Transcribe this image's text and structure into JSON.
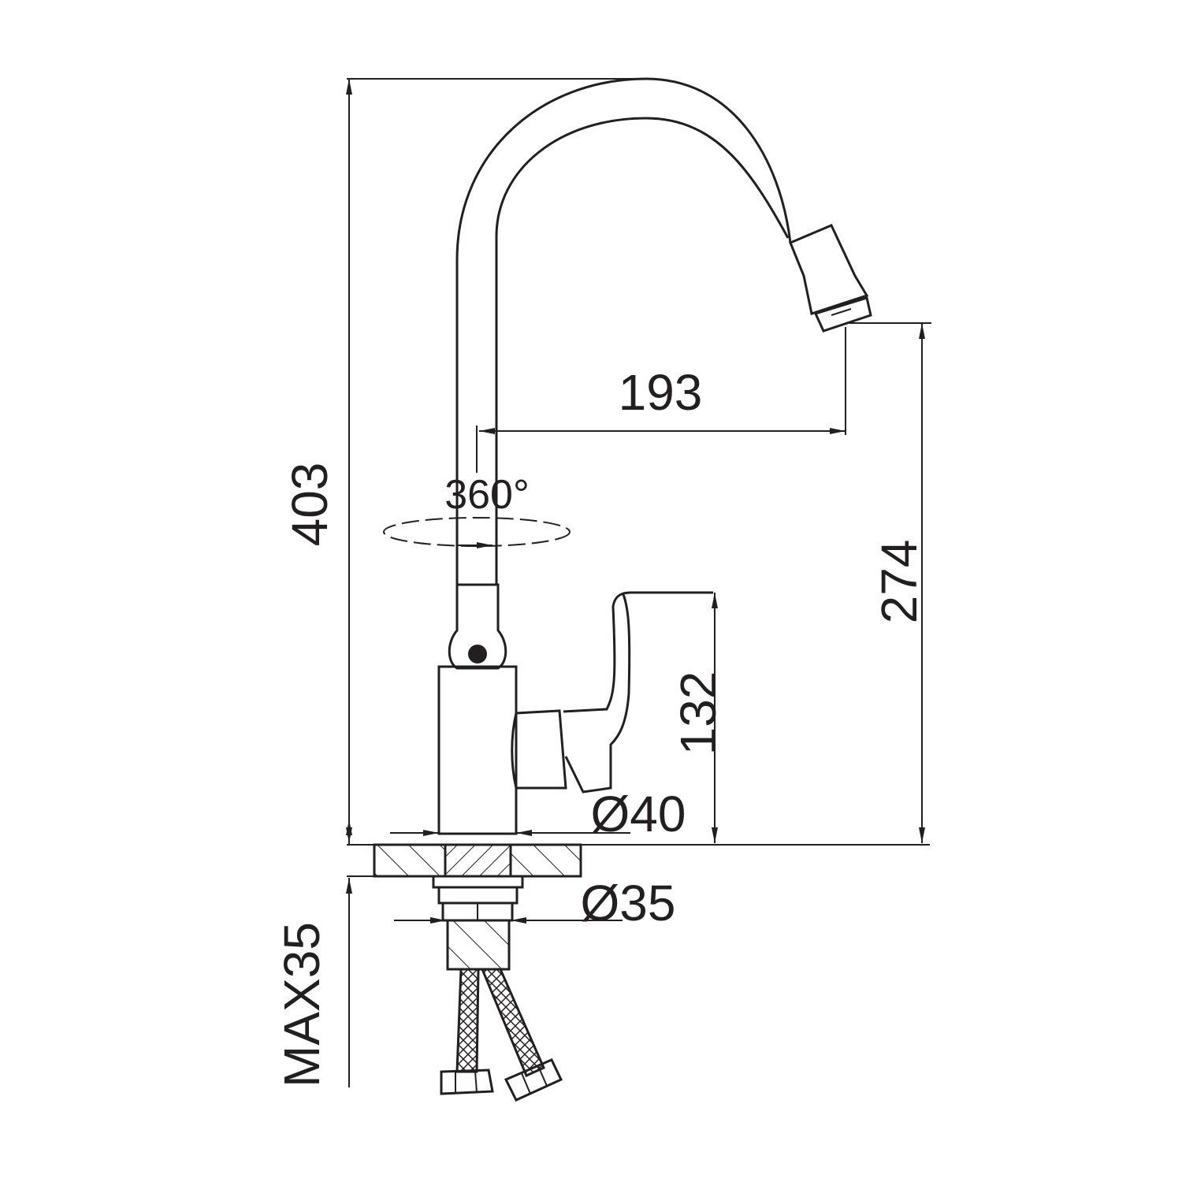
{
  "title": "Kitchen faucet dimension drawing",
  "dimensions": {
    "total_height": "403",
    "spout_reach": "193",
    "rotation": "360°",
    "spout_height": "274",
    "handle_height": "132",
    "body_diameter": "Ø40",
    "shank_diameter": "Ø35",
    "max_counter_thickness": "MAX35"
  },
  "colors": {
    "line": "#231f20",
    "background": "#ffffff"
  }
}
